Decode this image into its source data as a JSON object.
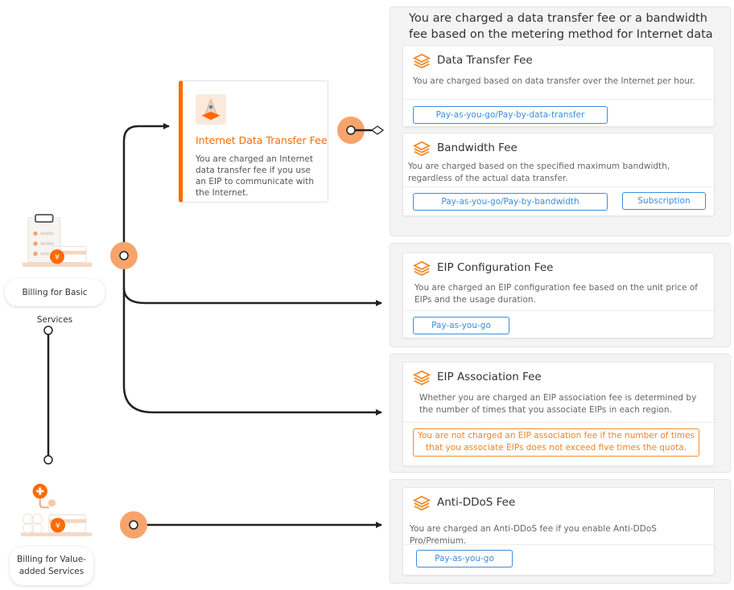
{
  "header": {
    "text": "You are charged a data transfer fee or a bandwidth fee based on the metering method for Internet data transfer."
  },
  "data_transfer_node": {
    "title": "Internet Data Transfer Fee",
    "desc": "You are charged an Internet data transfer fee if you use an EIP to communicate with the Internet."
  },
  "cards": {
    "data_transfer": {
      "title": "Data Transfer Fee",
      "desc": "You are charged based on data transfer over the Internet per hour.",
      "button": "Pay-as-you-go/Pay-by-data-transfer"
    },
    "bandwidth": {
      "title": "Bandwidth Fee",
      "desc": "You are charged based on the specified maximum bandwidth, regardless of the actual data transfer.",
      "button1": "Pay-as-you-go/Pay-by-bandwidth",
      "button2": "Subscription"
    },
    "config": {
      "title": "EIP Configuration Fee",
      "desc": "You are charged an EIP configuration fee based on the unit price of EIPs and the usage duration.",
      "button": "Pay-as-you-go"
    },
    "association": {
      "title": "EIP Association Fee",
      "desc": "Whether you are charged an EIP association fee is determined by the number of times that you associate EIPs in each region.",
      "note": "You are not charged an EIP association fee if the number of times that you associate EIPs does not exceed five times the quota."
    },
    "anti_ddos": {
      "title": "Anti-DDoS Fee",
      "desc": "You are charged an Anti-DDoS fee if you enable Anti-DDoS Pro/Premium.",
      "button": "Pay-as-you-go"
    }
  },
  "left": {
    "basic_label": "Billing for Basic Services",
    "value_added_label": "Billing for Value-added Services"
  },
  "colors": {
    "accent": "#ff6a00",
    "node_circle": "#f7a46c",
    "button_blue": "#3b8de0",
    "line": "#222222",
    "group_bg": "#f4f4f4"
  },
  "icons": [
    "layers-icon",
    "billing-clipboard-icon",
    "add-service-icon",
    "yen-coin-icon",
    "cone-icon"
  ]
}
